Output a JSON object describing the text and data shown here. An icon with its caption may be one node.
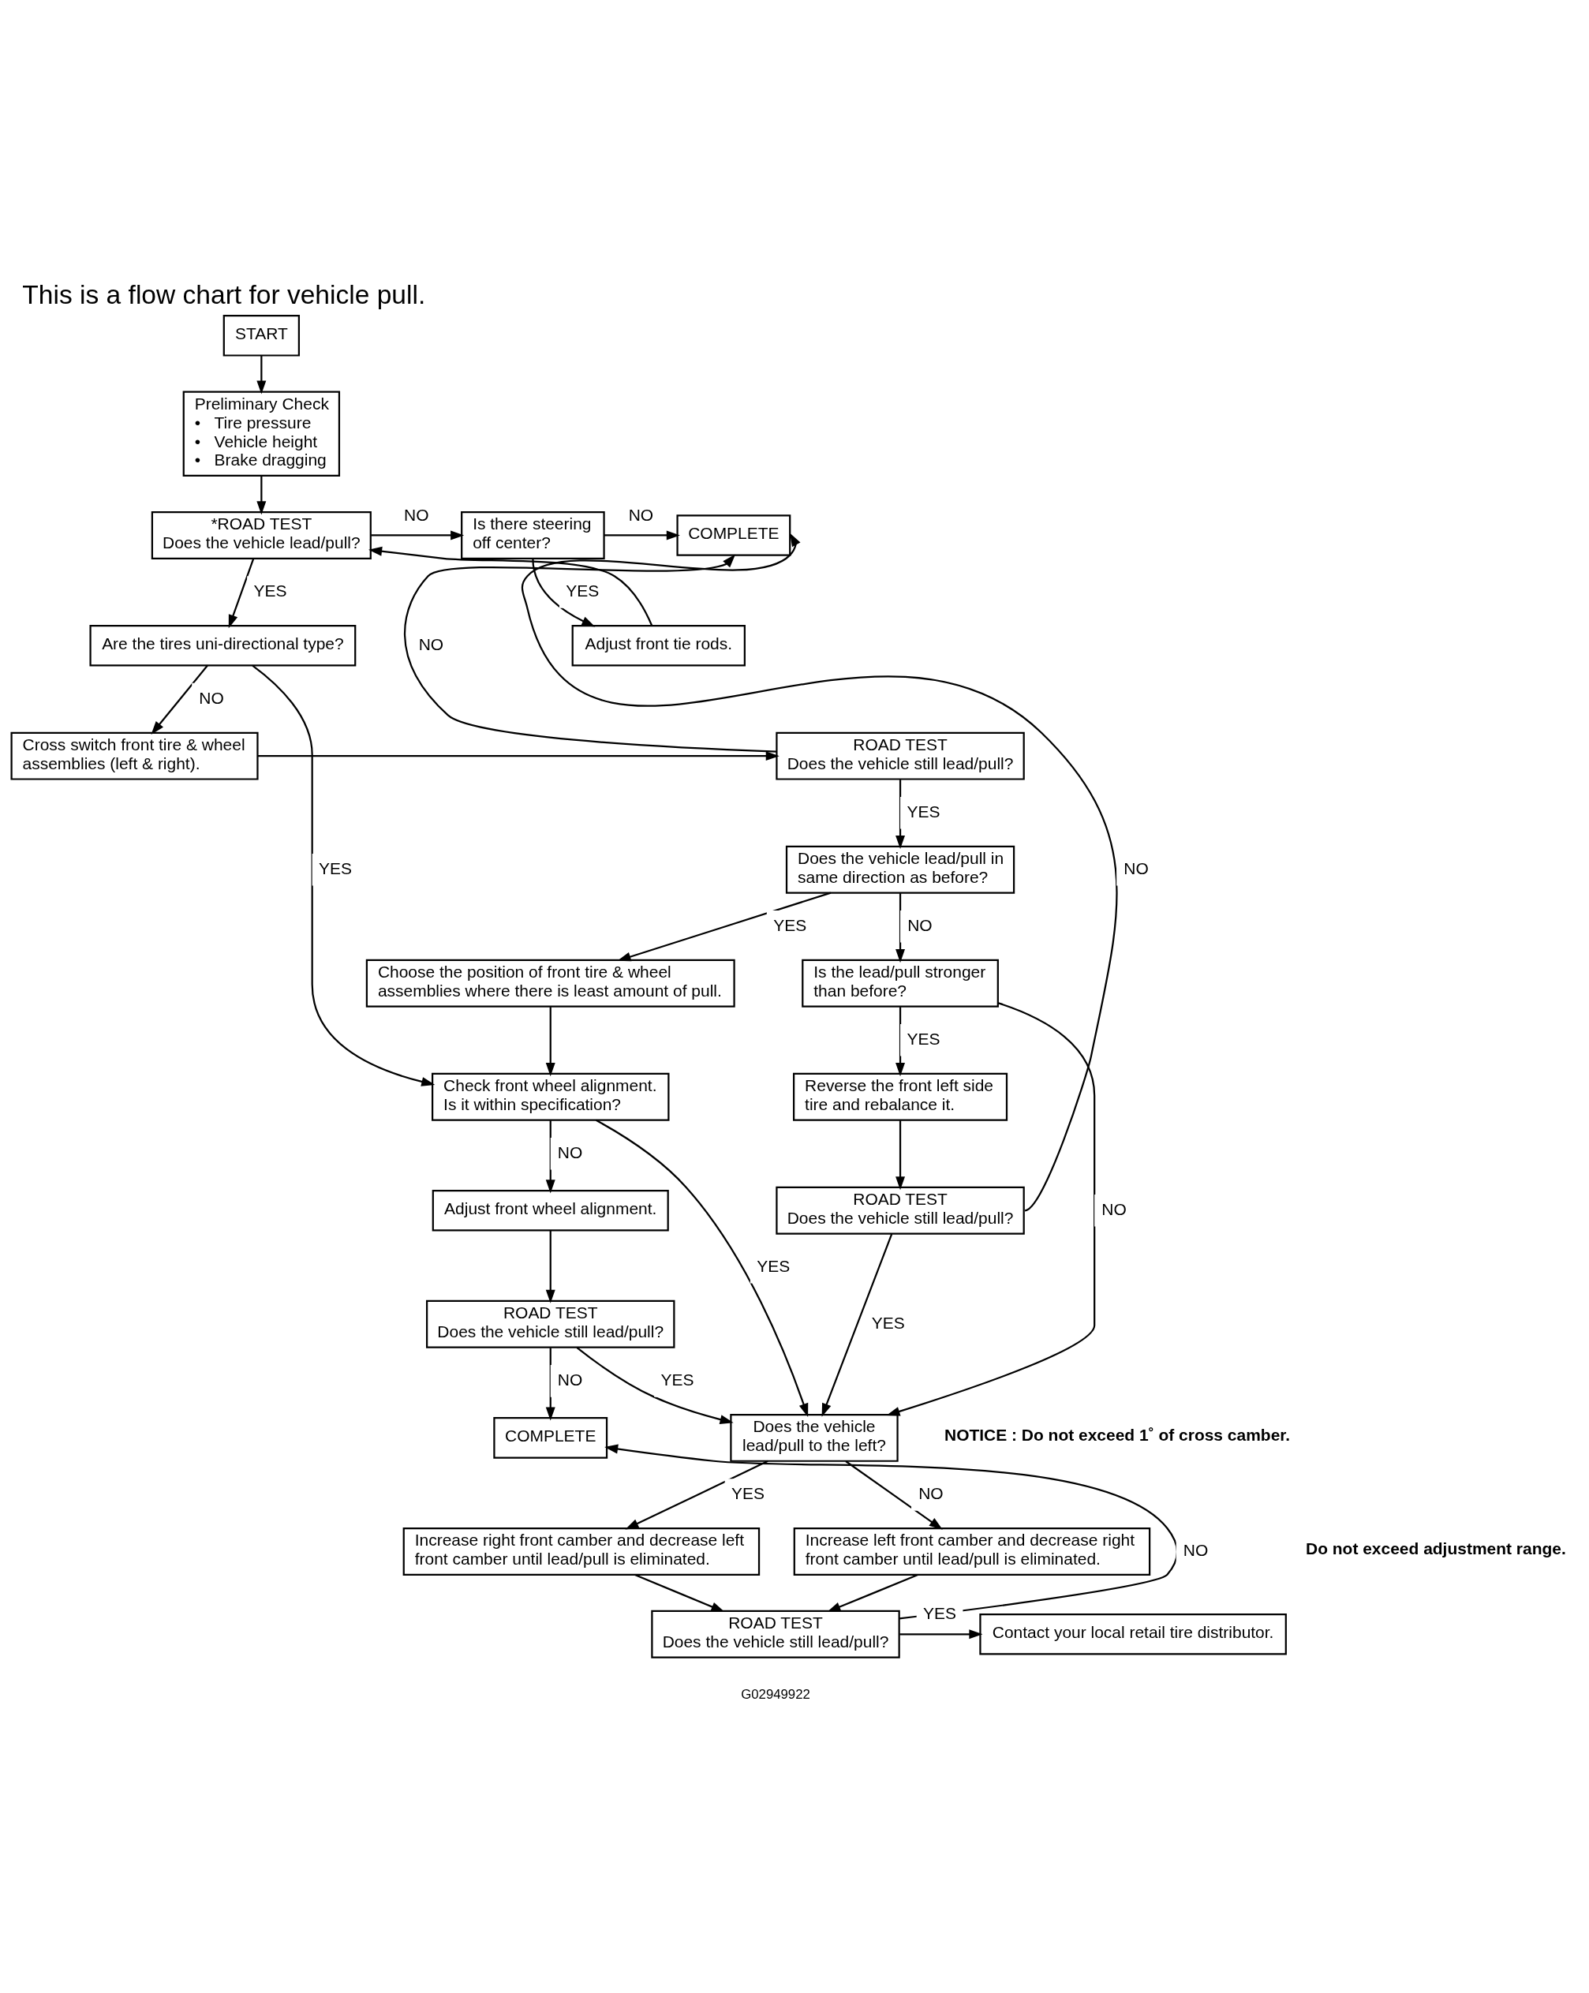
{
  "diagram": {
    "title": "This is a flow chart for vehicle pull.",
    "nodes": [
      {
        "text": [
          "START"
        ]
      },
      {
        "text": [
          "Preliminary Check",
          "•   Tire pressure",
          "•   Vehicle height",
          "•   Brake dragging"
        ]
      },
      {
        "text": [
          "*ROAD TEST",
          "Does the vehicle lead/pull?"
        ]
      },
      {
        "text": [
          "Is there steering off center?"
        ]
      },
      {
        "text": [
          "COMPLETE"
        ]
      },
      {
        "text": [
          "Adjust front tie rods."
        ]
      },
      {
        "text": [
          "Are the tires uni-directional type?"
        ]
      },
      {
        "text": [
          "Cross switch front tire & wheel assemblies (left & right)."
        ]
      },
      {
        "text": [
          "ROAD TEST",
          "Does the vehicle still lead/pull?"
        ]
      },
      {
        "text": [
          "Choose the position of front tire & wheel assemblies where there is least amount of pull."
        ]
      },
      {
        "text": [
          "Does the vehicle lead/pull in same direction as before?"
        ]
      },
      {
        "text": [
          "Check front wheel alignment.",
          "Is it within specification?"
        ]
      },
      {
        "text": [
          "Is the lead/pull stronger than before?"
        ]
      },
      {
        "text": [
          "Adjust front wheel alignment."
        ]
      },
      {
        "text": [
          "Reverse the front left side tire and rebalance it."
        ]
      },
      {
        "text": [
          "ROAD TEST",
          "Does the vehicle still lead/pull?"
        ]
      },
      {
        "text": [
          "ROAD TEST",
          "Does the vehicle still lead/pull?"
        ]
      },
      {
        "text": [
          "COMPLETE"
        ]
      },
      {
        "text": [
          "Does the vehicle lead/pull to the left?"
        ]
      },
      {
        "text": [
          "Increase right front camber and decrease left front camber until lead/pull is eliminated."
        ]
      },
      {
        "text": [
          "Increase left front camber and decrease right front camber until lead/pull is eliminated."
        ]
      },
      {
        "text": [
          "ROAD TEST",
          "Does the vehicle still lead/pull?"
        ]
      },
      {
        "text": [
          "Contact your local retail tire distributor."
        ]
      }
    ],
    "edges": [
      {
        "from": 0,
        "to": 1,
        "arrow": "to"
      },
      {
        "from": 1,
        "to": 2,
        "arrow": "to"
      },
      {
        "from": 2,
        "to": 3,
        "arrow": "to",
        "label": "NO"
      },
      {
        "from": 3,
        "to": 4,
        "arrow": "to",
        "label": "NO"
      },
      {
        "from": 3,
        "to": 5,
        "arrow": "to",
        "label": "YES"
      },
      {
        "from": 5,
        "to": 2,
        "arrow": "to"
      },
      {
        "from": 2,
        "to": 6,
        "arrow": "to",
        "label": "YES"
      },
      {
        "from": 6,
        "to": 11,
        "arrow": "to",
        "label": "YES"
      },
      {
        "from": 6,
        "to": 7,
        "arrow": "to",
        "label": "NO"
      },
      {
        "from": 7,
        "to": 8,
        "arrow": "to"
      },
      {
        "from": 8,
        "to": 4,
        "arrow": "to",
        "label": "NO"
      },
      {
        "from": 8,
        "to": 10,
        "arrow": "to",
        "label": "YES"
      },
      {
        "from": 10,
        "to": 9,
        "arrow": "to",
        "label": "YES"
      },
      {
        "from": 10,
        "to": 12,
        "arrow": "to",
        "label": "NO"
      },
      {
        "from": 9,
        "to": 11,
        "arrow": "to"
      },
      {
        "from": 11,
        "to": 18,
        "arrow": "to",
        "label": "YES"
      },
      {
        "from": 11,
        "to": 13,
        "arrow": "to",
        "label": "NO"
      },
      {
        "from": 12,
        "to": 18,
        "arrow": "to",
        "label": "NO"
      },
      {
        "from": 12,
        "to": 14,
        "arrow": "to",
        "label": "YES"
      },
      {
        "from": 13,
        "to": 15,
        "arrow": "to"
      },
      {
        "from": 14,
        "to": 16,
        "arrow": "to"
      },
      {
        "from": 15,
        "to": 17,
        "arrow": "to",
        "label": "NO"
      },
      {
        "from": 15,
        "to": 18,
        "arrow": "to",
        "label": "YES"
      },
      {
        "from": 16,
        "to": 4,
        "arrow": "to",
        "label": "NO"
      },
      {
        "from": 16,
        "to": 18,
        "arrow": "to",
        "label": "YES"
      },
      {
        "from": 18,
        "to": 19,
        "arrow": "to",
        "label": "YES"
      },
      {
        "from": 18,
        "to": 20,
        "arrow": "to",
        "label": "NO"
      },
      {
        "from": 19,
        "to": 21,
        "arrow": "to"
      },
      {
        "from": 20,
        "to": 21,
        "arrow": "to"
      },
      {
        "from": 21,
        "to": 17,
        "arrow": "to",
        "label": "NO"
      },
      {
        "from": 21,
        "to": 22,
        "arrow": "to",
        "label": "YES"
      }
    ],
    "labels": [
      "NOTICE : Do not exceed 1˚ of cross camber.",
      "Do not exceed adjustment range.",
      "G02949922"
    ]
  }
}
